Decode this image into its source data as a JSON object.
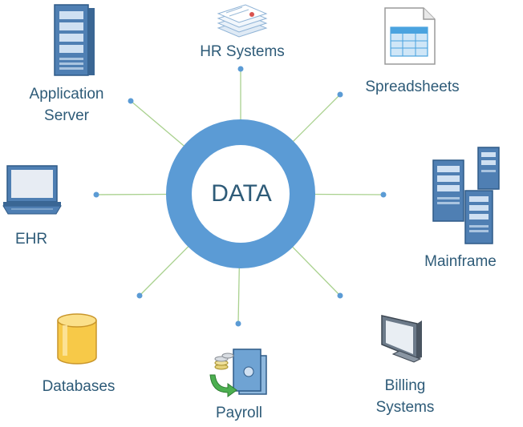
{
  "center": {
    "label": "DATA"
  },
  "nodes": [
    {
      "id": "hr-systems",
      "label_lines": [
        "HR Systems"
      ],
      "icon": "stacked-documents-icon"
    },
    {
      "id": "spreadsheets",
      "label_lines": [
        "Spreadsheets"
      ],
      "icon": "spreadsheet-icon"
    },
    {
      "id": "mainframe",
      "label_lines": [
        "Mainframe"
      ],
      "icon": "mainframe-servers-icon"
    },
    {
      "id": "billing-systems",
      "label_lines": [
        "Billing",
        "Systems"
      ],
      "icon": "monitor-icon"
    },
    {
      "id": "payroll",
      "label_lines": [
        "Payroll"
      ],
      "icon": "safe-coins-icon"
    },
    {
      "id": "databases",
      "label_lines": [
        "Databases"
      ],
      "icon": "database-cylinder-icon"
    },
    {
      "id": "ehr",
      "label_lines": [
        "EHR"
      ],
      "icon": "laptop-icon"
    },
    {
      "id": "application-server",
      "label_lines": [
        "Application",
        "Server"
      ],
      "icon": "server-tower-icon"
    }
  ],
  "colors": {
    "ring": "#5b9bd5",
    "connector": "#a9d18e",
    "dot": "#5b9bd5",
    "text": "#2e5b78"
  }
}
